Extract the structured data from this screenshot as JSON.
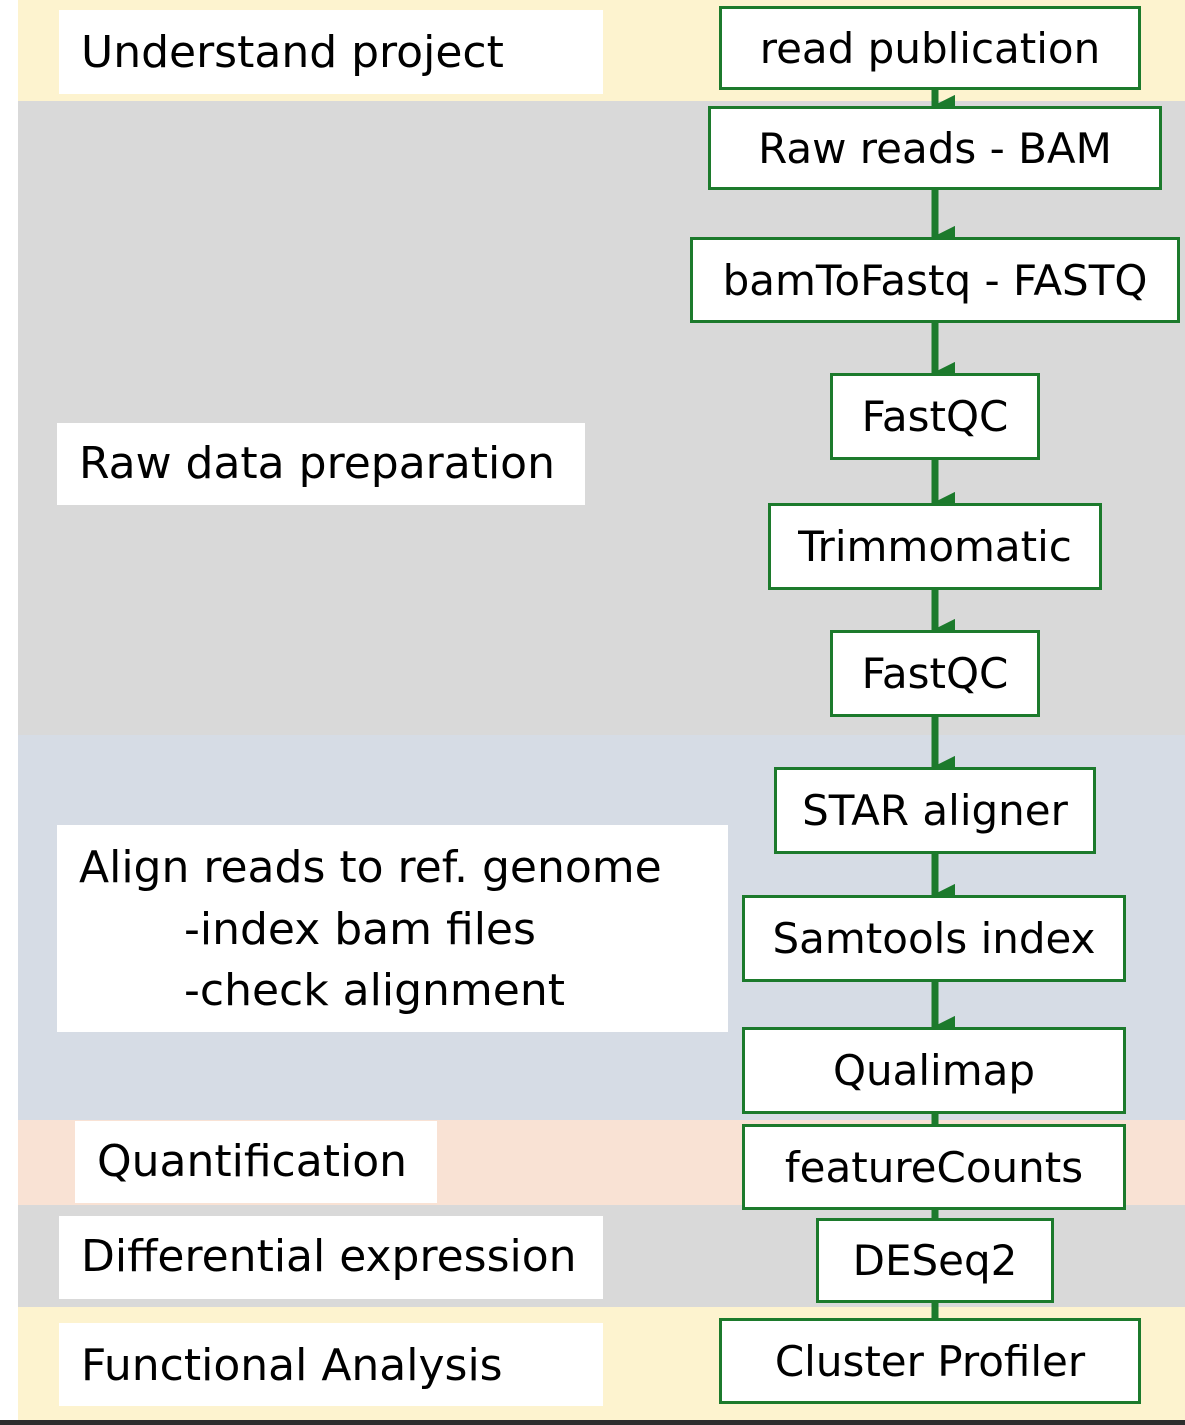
{
  "stages": {
    "understand": "Understand project",
    "raw": "Raw data preparation",
    "align": {
      "title": "Align reads to ref. genome",
      "sub1": "-index bam files",
      "sub2": "-check alignment"
    },
    "quant": "Quantification",
    "diff": "Differential expression",
    "func": "Functional Analysis"
  },
  "steps": [
    "read publication",
    "Raw reads - BAM",
    "bamToFastq - FASTQ",
    "FastQC",
    "Trimmomatic",
    "FastQC",
    "STAR aligner",
    "Samtools index",
    "Qualimap",
    "featureCounts",
    "DESeq2",
    "Cluster Profiler"
  ],
  "colors": {
    "band_yellow": "#fdf3cf",
    "band_gray": "#d9d9d9",
    "band_blue": "#d6dce5",
    "band_peach": "#f9e2d4",
    "accent_green": "#1c7a2c"
  }
}
